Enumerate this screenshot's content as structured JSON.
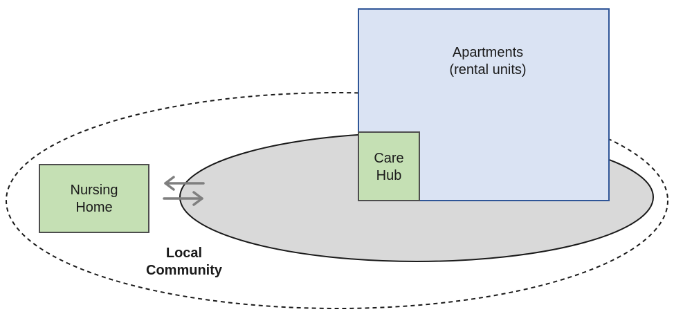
{
  "diagram": {
    "apartments": {
      "line1": "Apartments",
      "line2": "(rental units)",
      "fill": "#dae3f3",
      "stroke": "#2f5597"
    },
    "care_hub": {
      "line1": "Care",
      "line2": "Hub",
      "fill": "#c5e0b4",
      "stroke": "#4d4d4d"
    },
    "nursing_home": {
      "line1": "Nursing",
      "line2": "Home",
      "fill": "#c5e0b4",
      "stroke": "#4d4d4d"
    },
    "local_community": {
      "line1": "Local",
      "line2": "Community"
    },
    "inner_ellipse_fill": "#d9d9d9",
    "arrow_color": "#7f7f7f",
    "arrow_icon": "bidirectional-arrow-icon"
  }
}
